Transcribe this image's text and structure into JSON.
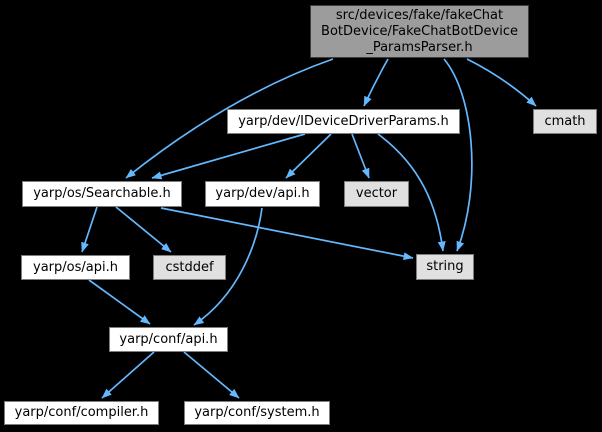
{
  "diagram": {
    "kind": "doxygen-include-dependency-graph"
  },
  "colors": {
    "background": "#000000",
    "edge": "#63b8ff",
    "node-fill": "#ffffff",
    "node-border": "#7d7d7d",
    "system-fill": "#e0e0e0",
    "root-fill": "#9c9c9c",
    "root-border": "#3d3d3d",
    "text": "#000000"
  },
  "root_node": {
    "lines": [
      "src/devices/fake/fakeChat",
      "BotDevice/FakeChatBotDevice",
      "_ParamsParser.h"
    ]
  },
  "nodes": [
    {
      "label": "yarp/dev/IDeviceDriverParams.h",
      "kind": "file"
    },
    {
      "label": "cmath",
      "kind": "system"
    },
    {
      "label": "yarp/os/Searchable.h",
      "kind": "file"
    },
    {
      "label": "yarp/dev/api.h",
      "kind": "file"
    },
    {
      "label": "vector",
      "kind": "system"
    },
    {
      "label": "string",
      "kind": "system"
    },
    {
      "label": "yarp/os/api.h",
      "kind": "file"
    },
    {
      "label": "cstddef",
      "kind": "system"
    },
    {
      "label": "yarp/conf/api.h",
      "kind": "file"
    },
    {
      "label": "yarp/conf/compiler.h",
      "kind": "file"
    },
    {
      "label": "yarp/conf/system.h",
      "kind": "file"
    }
  ],
  "edges": [
    {
      "from": "src/devices/fake/fakeChatBotDevice/FakeChatBotDevice_ParamsParser.h",
      "to": "yarp/os/Searchable.h"
    },
    {
      "from": "src/devices/fake/fakeChatBotDevice/FakeChatBotDevice_ParamsParser.h",
      "to": "yarp/dev/IDeviceDriverParams.h"
    },
    {
      "from": "src/devices/fake/fakeChatBotDevice/FakeChatBotDevice_ParamsParser.h",
      "to": "string"
    },
    {
      "from": "src/devices/fake/fakeChatBotDevice/FakeChatBotDevice_ParamsParser.h",
      "to": "cmath"
    },
    {
      "from": "yarp/dev/IDeviceDriverParams.h",
      "to": "yarp/os/Searchable.h"
    },
    {
      "from": "yarp/dev/IDeviceDriverParams.h",
      "to": "yarp/dev/api.h"
    },
    {
      "from": "yarp/dev/IDeviceDriverParams.h",
      "to": "vector"
    },
    {
      "from": "yarp/dev/IDeviceDriverParams.h",
      "to": "string"
    },
    {
      "from": "yarp/os/Searchable.h",
      "to": "yarp/os/api.h"
    },
    {
      "from": "yarp/os/Searchable.h",
      "to": "cstddef"
    },
    {
      "from": "yarp/os/Searchable.h",
      "to": "string"
    },
    {
      "from": "yarp/dev/api.h",
      "to": "yarp/conf/api.h"
    },
    {
      "from": "yarp/os/api.h",
      "to": "yarp/conf/api.h"
    },
    {
      "from": "yarp/conf/api.h",
      "to": "yarp/conf/compiler.h"
    },
    {
      "from": "yarp/conf/api.h",
      "to": "yarp/conf/system.h"
    }
  ]
}
